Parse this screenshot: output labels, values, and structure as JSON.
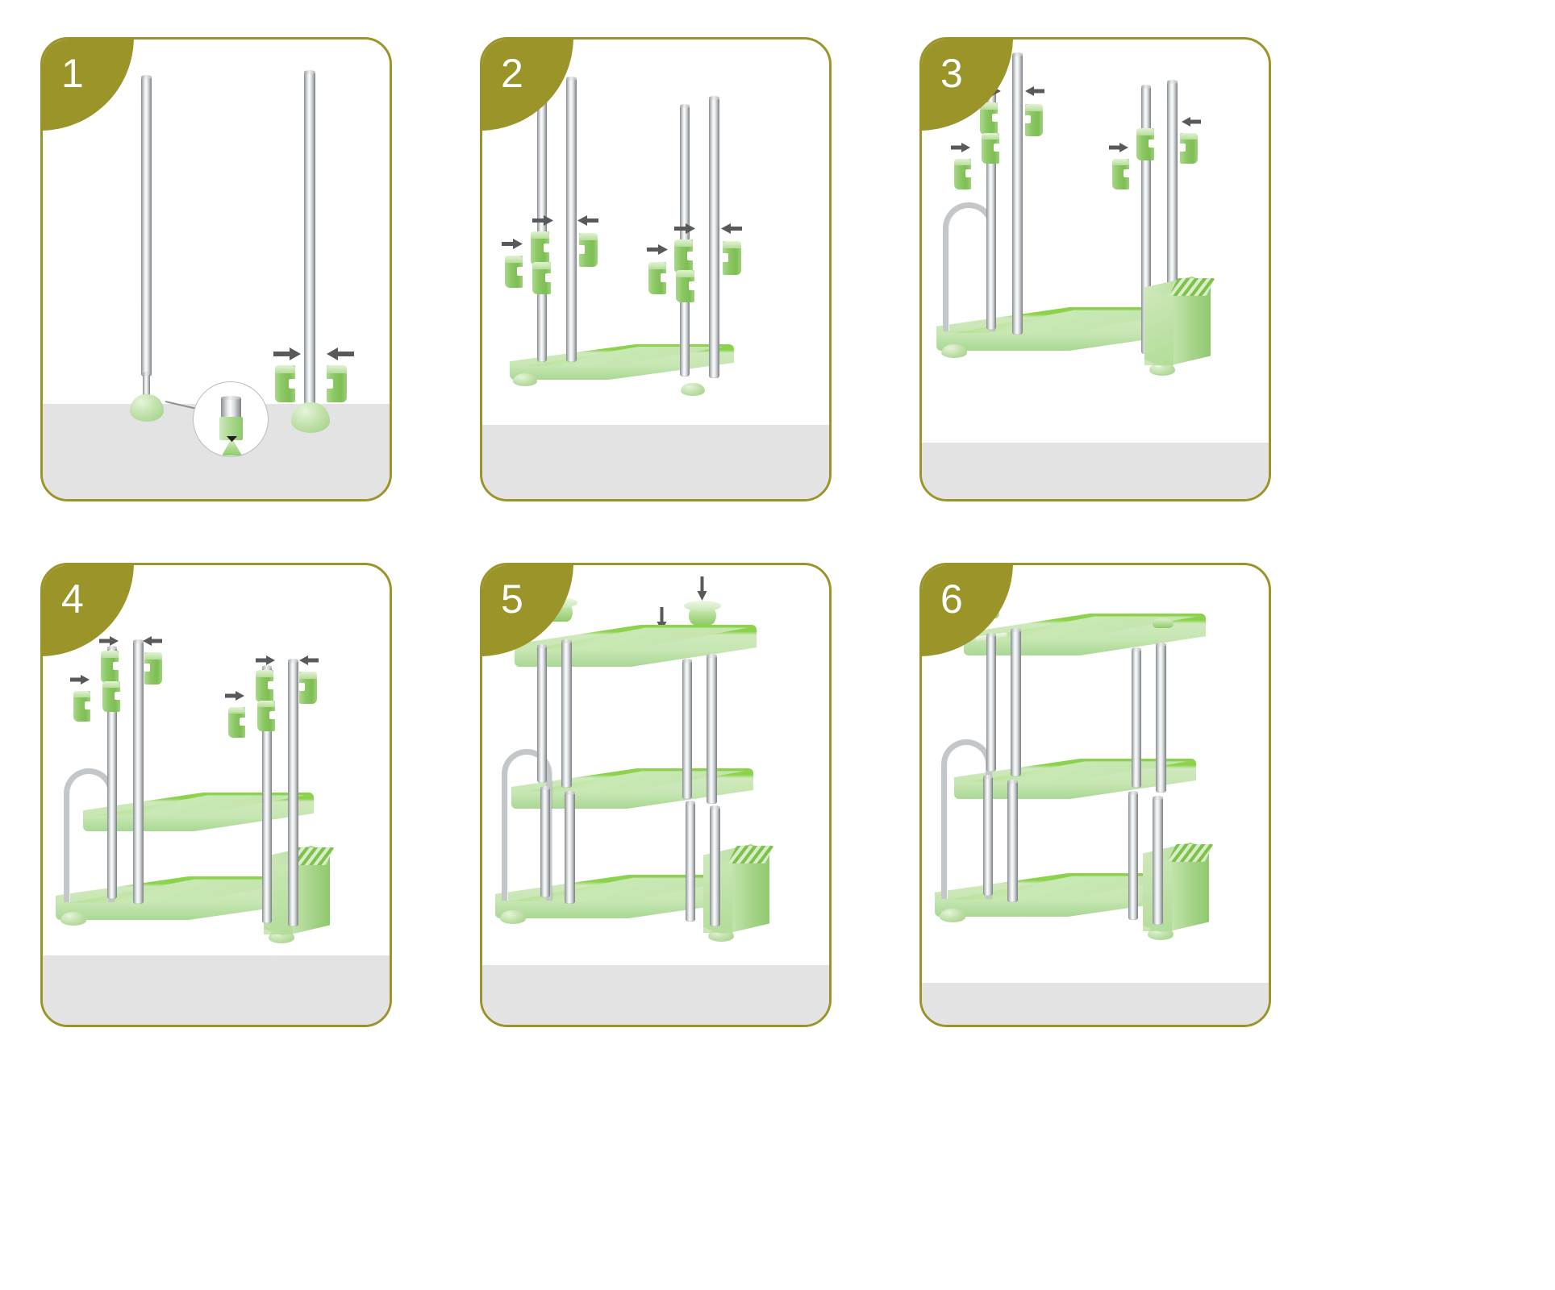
{
  "document": {
    "title": "3-Tier Kitchen Rack Assembly Instructions",
    "type": "assembly-instruction-sheet",
    "panel_count": 6,
    "layout": "2 rows x 3 columns",
    "palette": {
      "badge_olive": "#9a9429",
      "panel_border": "#9a9429",
      "floor_gray": "#e3e3e3",
      "plastic_green_light": "#cfe8bb",
      "plastic_green_mid": "#a9d88c",
      "plastic_green_accent": "#8bd34a",
      "chrome_light": "#eef0f1",
      "chrome_dark": "#8f9194",
      "arrow_gray": "#58595b",
      "background": "#ffffff"
    }
  },
  "panels": [
    {
      "number": "1",
      "name": "attach-foot-and-lower-collars",
      "components": [
        "long-chrome-pole",
        "green-bell-foot",
        "magnified-detail-circle",
        "green-clamp-half-left",
        "green-clamp-half-right"
      ],
      "arrows": [
        {
          "direction": "right",
          "name": "arrow-clamp-left-in"
        },
        {
          "direction": "left",
          "name": "arrow-clamp-right-in"
        }
      ]
    },
    {
      "number": "2",
      "name": "mount-poles-into-base-tray",
      "components": [
        "base-tray",
        "chrome-pole-front-left",
        "chrome-pole-back-left",
        "chrome-pole-front-right",
        "chrome-pole-back-right",
        "green-clamp-collars",
        "green-bell-foot"
      ],
      "arrows": [
        {
          "direction": "right",
          "name": "arrow-collar-a"
        },
        {
          "direction": "right",
          "name": "arrow-collar-b"
        },
        {
          "direction": "left",
          "name": "arrow-collar-c"
        },
        {
          "direction": "right",
          "name": "arrow-collar-d"
        },
        {
          "direction": "left",
          "name": "arrow-collar-e"
        }
      ]
    },
    {
      "number": "3",
      "name": "add-handle-rail-and-knife-block",
      "components": [
        "base-tray",
        "u-shaped-chrome-handle-rail",
        "green-knife-block",
        "chrome-poles",
        "green-clamp-collars"
      ],
      "arrows": [
        {
          "direction": "right",
          "name": "arrow-collar-a"
        },
        {
          "direction": "right",
          "name": "arrow-collar-b"
        },
        {
          "direction": "left",
          "name": "arrow-collar-c"
        },
        {
          "direction": "right",
          "name": "arrow-collar-d"
        },
        {
          "direction": "left",
          "name": "arrow-collar-e"
        }
      ]
    },
    {
      "number": "4",
      "name": "install-middle-shelf-and-upper-collars",
      "components": [
        "base-tray",
        "middle-shelf-tray",
        "u-shaped-chrome-handle-rail",
        "green-knife-block",
        "chrome-poles",
        "green-clamp-collars-upper"
      ],
      "arrows": [
        {
          "direction": "right",
          "name": "arrow-collar-a"
        },
        {
          "direction": "right",
          "name": "arrow-collar-b"
        },
        {
          "direction": "left",
          "name": "arrow-collar-c"
        },
        {
          "direction": "right",
          "name": "arrow-collar-d"
        },
        {
          "direction": "right",
          "name": "arrow-collar-e"
        },
        {
          "direction": "left",
          "name": "arrow-collar-f"
        }
      ]
    },
    {
      "number": "5",
      "name": "fit-top-shelf-and-press-in-end-caps",
      "components": [
        "base-tray",
        "middle-shelf-tray",
        "top-shelf-tray",
        "u-shaped-chrome-handle-rail",
        "green-knife-block",
        "chrome-poles",
        "green-end-caps"
      ],
      "arrows": [
        {
          "direction": "down",
          "name": "arrow-cap-1"
        },
        {
          "direction": "down",
          "name": "arrow-cap-2"
        },
        {
          "direction": "down",
          "name": "arrow-cap-3"
        },
        {
          "direction": "down",
          "name": "arrow-cap-4"
        }
      ]
    },
    {
      "number": "6",
      "name": "completed-assembly",
      "components": [
        "base-tray",
        "middle-shelf-tray",
        "top-shelf-tray",
        "u-shaped-chrome-handle-rail",
        "green-knife-block",
        "chrome-poles",
        "green-end-caps"
      ],
      "arrows": []
    }
  ]
}
